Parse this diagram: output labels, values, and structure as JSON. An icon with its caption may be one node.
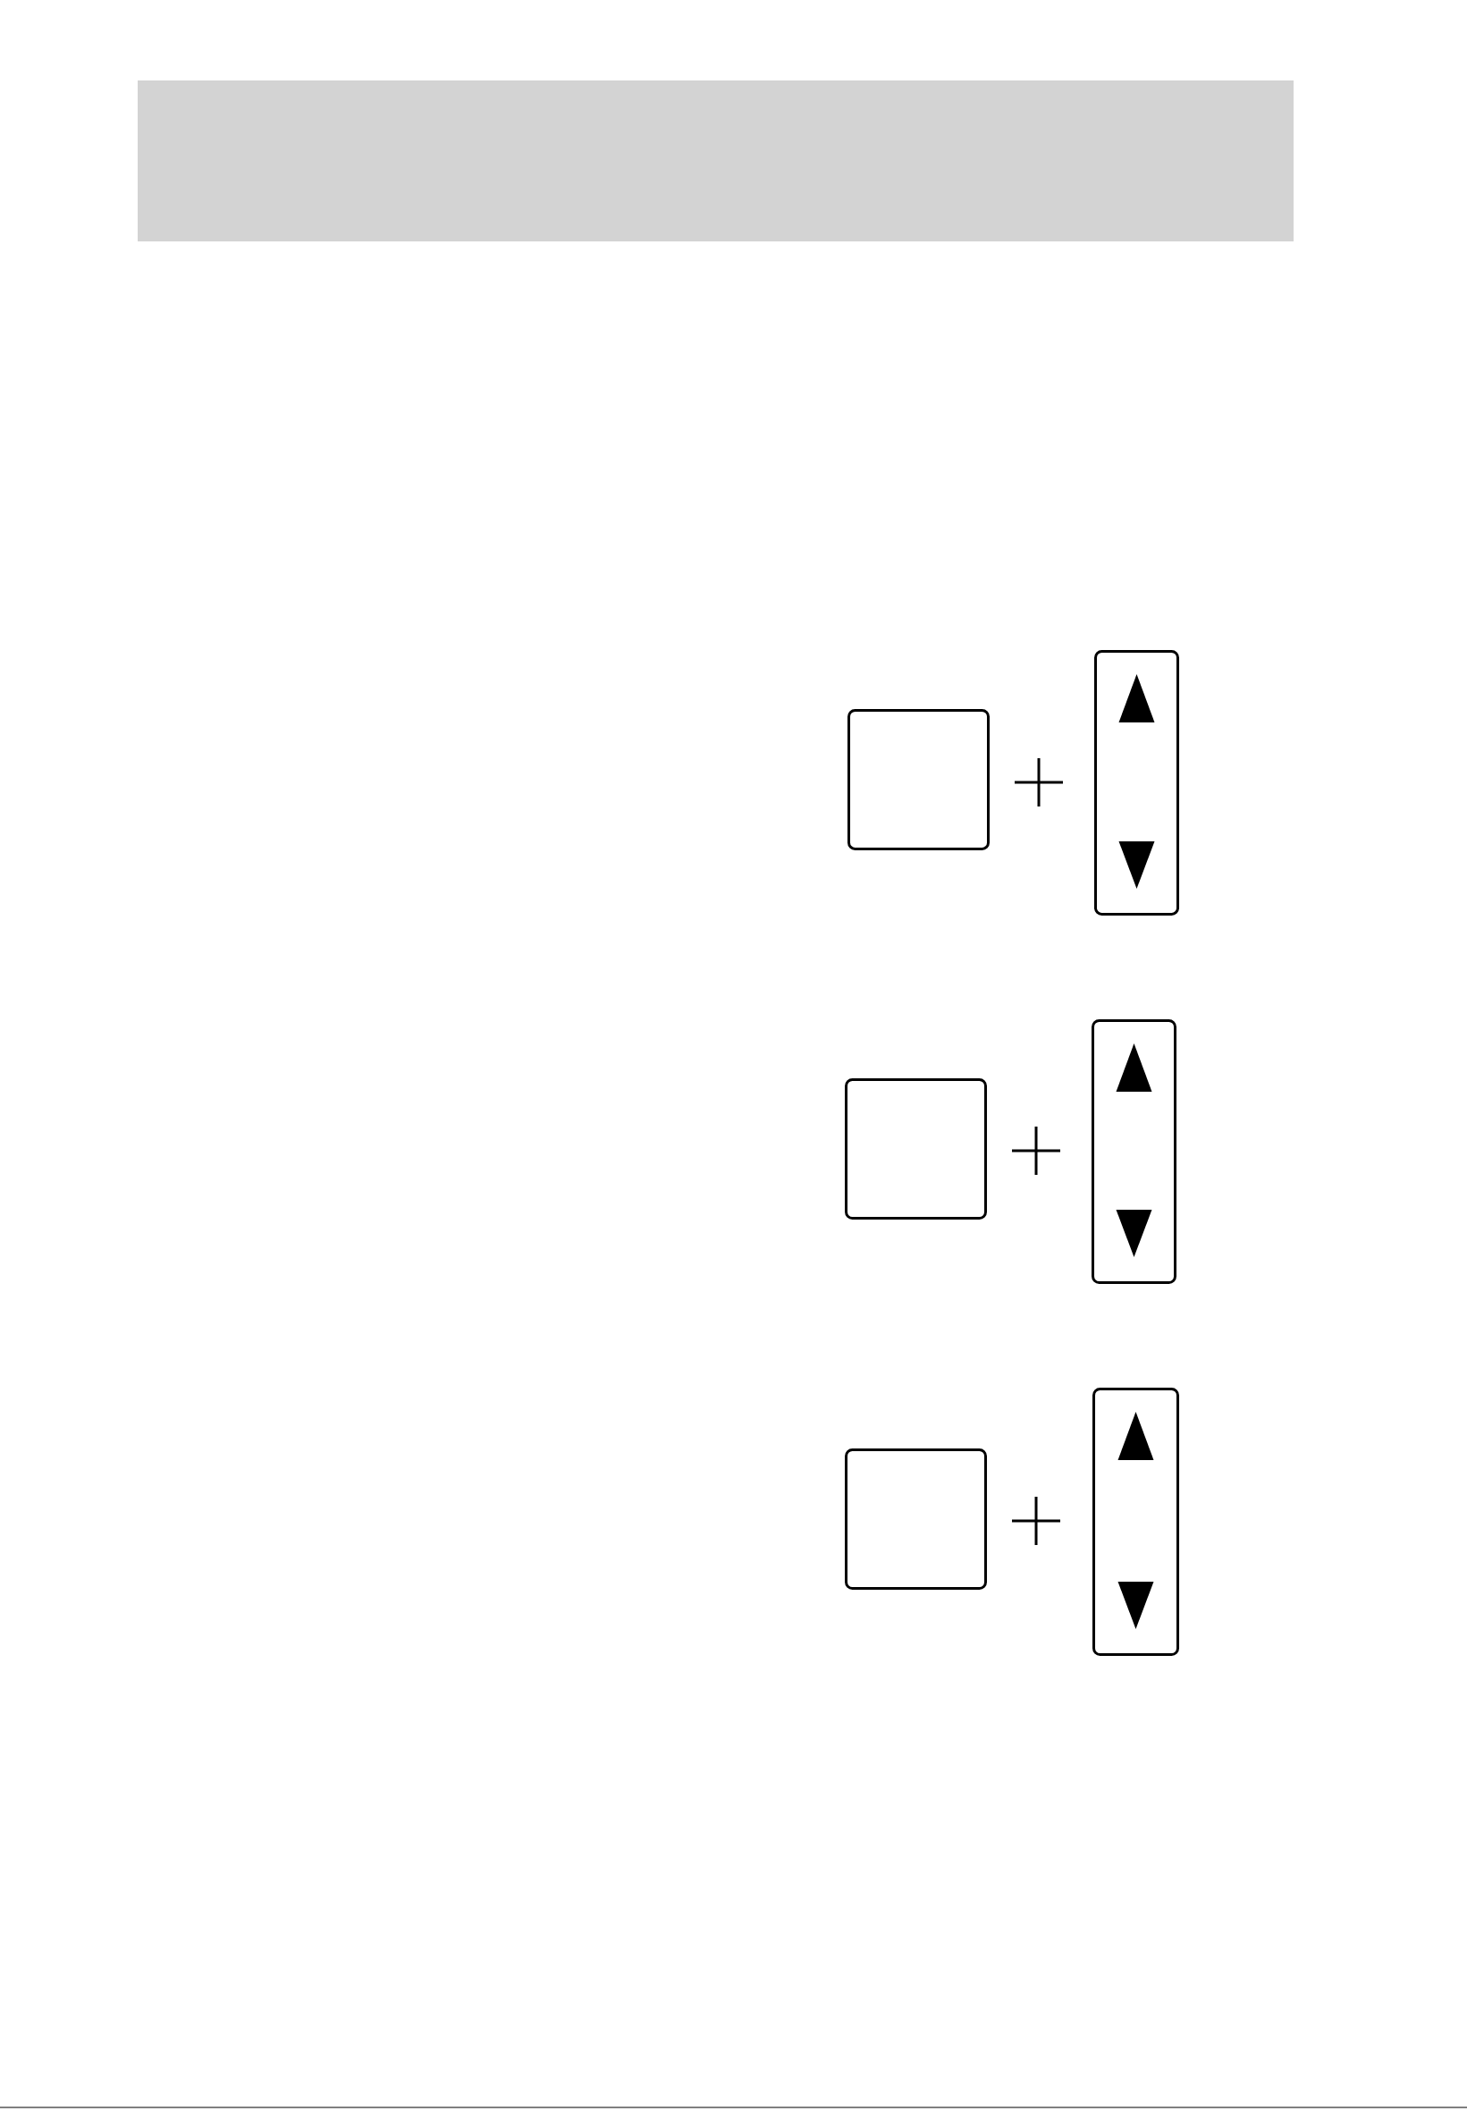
{
  "diagram": {
    "nodes": [
      {
        "text": [],
        "shape": "box"
      },
      {
        "text": [],
        "shape": "bar"
      },
      {
        "text": [],
        "shape": "box"
      },
      {
        "text": [],
        "shape": "bar"
      },
      {
        "text": [],
        "shape": "box"
      },
      {
        "text": [],
        "shape": "bar"
      }
    ]
  }
}
